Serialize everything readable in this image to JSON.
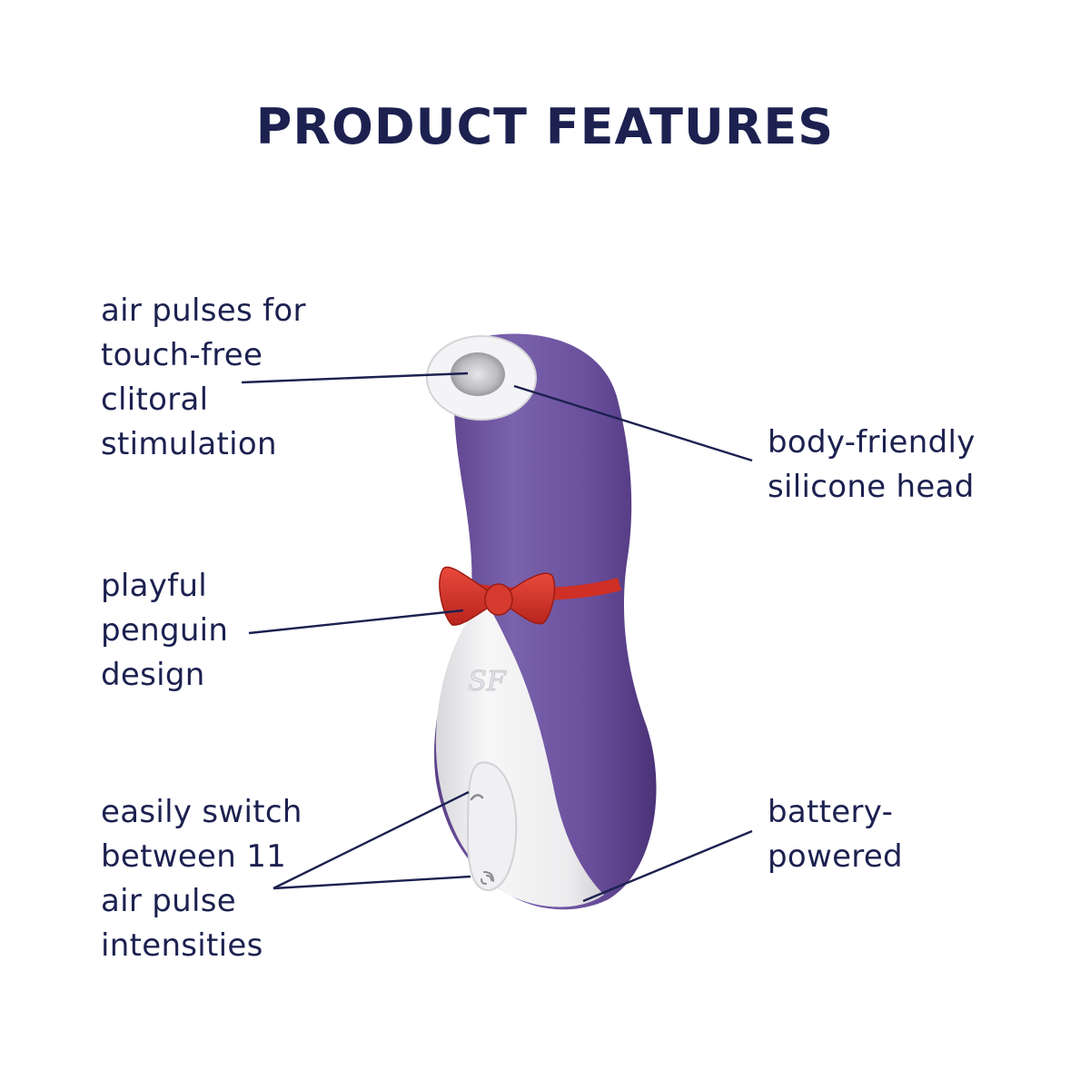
{
  "title": "PRODUCT FEATURES",
  "features": {
    "air_pulses": [
      "air pulses for",
      "touch-free",
      "clitoral",
      "stimulation"
    ],
    "silicone_head": [
      "body-friendly",
      "silicone head"
    ],
    "penguin_design": [
      "playful",
      "penguin",
      "design"
    ],
    "intensities": [
      "easily switch",
      "between 11",
      "air pulse",
      "intensities"
    ],
    "battery": [
      "battery-",
      "powered"
    ]
  },
  "logo_text": "SF",
  "colors": {
    "text": "#1c2150",
    "body_purple": "#6a4f98",
    "belly_white": "#f2f2f4",
    "bow_red": "#d8342a",
    "leader_line": "#1c2150"
  }
}
